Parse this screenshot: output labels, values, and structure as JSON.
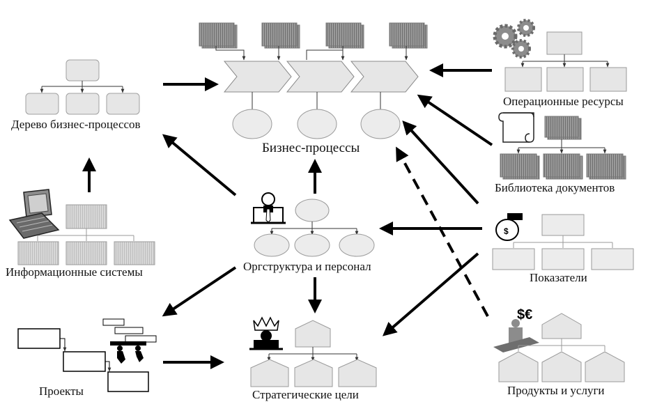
{
  "labels": {
    "process_tree": "Дерево бизнес-процессов",
    "business_processes": "Бизнес-процессы",
    "operational_resources": "Операционные ресурсы",
    "document_library": "Библиотека документов",
    "information_systems": "Информационные системы",
    "org_structure": "Оргструктура и персонал",
    "indicators": "Показатели",
    "projects": "Проекты",
    "strategic_goals": "Стратегические цели",
    "products_services": "Продукты и услуги"
  },
  "icon_glyphs": {
    "money_bag": "$",
    "currency": "$€"
  },
  "icons": [
    "gears-icon",
    "scroll-icon",
    "laptop-icon",
    "manager-icon",
    "money-bag-icon",
    "currency-person-icon",
    "workers-icon",
    "king-icon"
  ],
  "colors": {
    "box_fill": "#e6e6e6",
    "box_stroke": "#9a9a9a",
    "dark_box": "#8c8c8c",
    "arrow": "#000000",
    "text": "#111111"
  }
}
